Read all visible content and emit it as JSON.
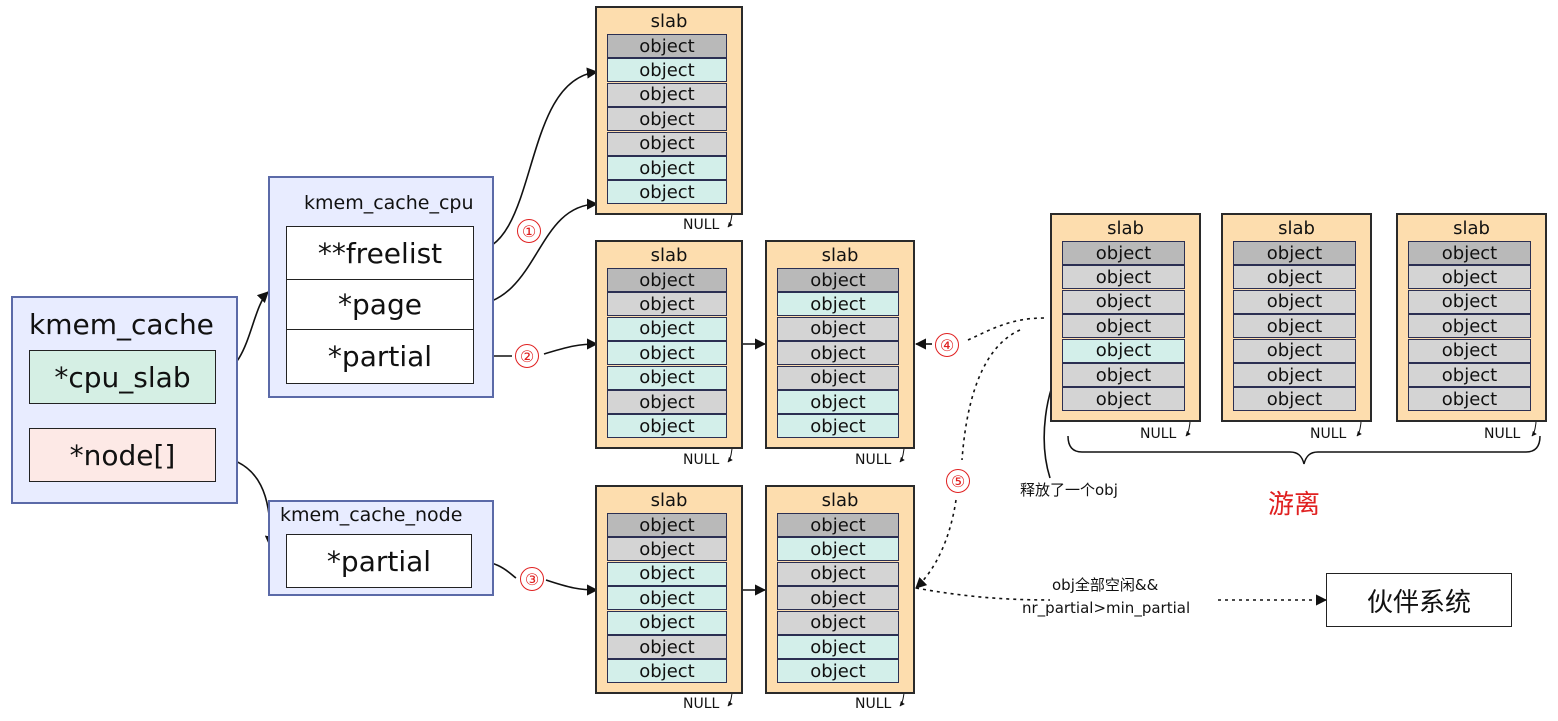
{
  "kmem_cache": {
    "title": "kmem_cache",
    "cpu_slab": "*cpu_slab",
    "node": "*node[]",
    "colors": {
      "panel": "#e8ecff",
      "cpu_slab_field": "#d5efe4",
      "node_field": "#fde9e6"
    }
  },
  "kmem_cache_cpu": {
    "title": "kmem_cache_cpu",
    "fields": [
      "**freelist",
      "*page",
      "*partial"
    ]
  },
  "kmem_cache_node": {
    "title": "kmem_cache_node",
    "fields": [
      "*partial"
    ]
  },
  "labels": {
    "slab": "slab",
    "object": "object",
    "null": "NULL",
    "release_one": "释放了一个obj",
    "floating": "游离",
    "condition_line1": "obj全部空闲&&",
    "condition_line2": "nr_partial>min_partial",
    "buddy": "伙伴系统"
  },
  "step_markers": [
    "①",
    "②",
    "③",
    "④",
    "⑤"
  ],
  "slabs": [
    {
      "id": "cpu-page",
      "objects": [
        "used",
        "free",
        "used",
        "used",
        "used",
        "free",
        "free"
      ]
    },
    {
      "id": "cpu-partial-1",
      "objects": [
        "used",
        "used",
        "free",
        "free",
        "free",
        "used",
        "free"
      ]
    },
    {
      "id": "cpu-partial-2",
      "objects": [
        "used",
        "free",
        "used",
        "used",
        "used",
        "free",
        "free"
      ]
    },
    {
      "id": "node-partial-1",
      "objects": [
        "used",
        "used",
        "free",
        "free",
        "free",
        "used",
        "free"
      ]
    },
    {
      "id": "node-partial-2",
      "objects": [
        "used",
        "free",
        "used",
        "used",
        "used",
        "free",
        "free"
      ]
    },
    {
      "id": "floating-1",
      "objects": [
        "used",
        "used",
        "used",
        "used",
        "free",
        "used",
        "used"
      ]
    },
    {
      "id": "floating-2",
      "objects": [
        "used",
        "used",
        "used",
        "used",
        "used",
        "used",
        "used"
      ]
    },
    {
      "id": "floating-3",
      "objects": [
        "used",
        "used",
        "used",
        "used",
        "used",
        "used",
        "used"
      ]
    }
  ],
  "colors": {
    "slab_fill": "#fdddae",
    "object_used": "#d4d4d4",
    "object_free": "#d3efea",
    "marker_red": "#e02020"
  }
}
